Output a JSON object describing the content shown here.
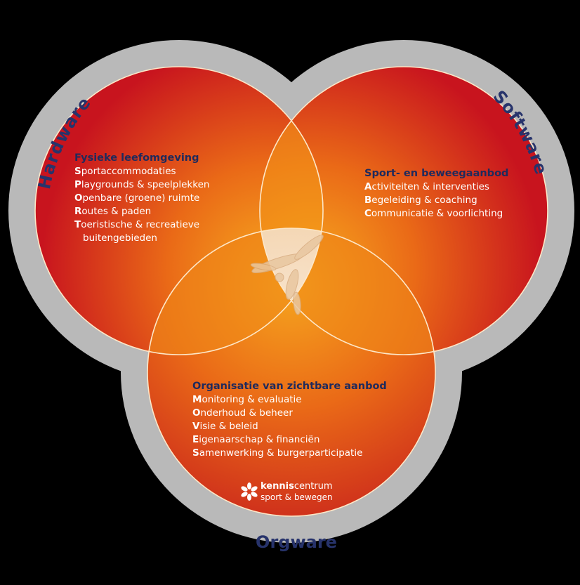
{
  "labels": {
    "hardware": "Hardware",
    "software": "Software",
    "orgware": "Orgware"
  },
  "hardware_block": {
    "title": "Fysieke leefomgeving",
    "items": [
      {
        "initial": "S",
        "rest": "portaccommodaties"
      },
      {
        "initial": "P",
        "rest": "laygrounds & speelplekken"
      },
      {
        "initial": "O",
        "rest": "penbare (groene) ruimte"
      },
      {
        "initial": "R",
        "rest": "outes & paden"
      },
      {
        "initial": "T",
        "rest": "oeristische & recreatieve"
      }
    ],
    "continuation": "buitengebieden"
  },
  "software_block": {
    "title": "Sport- en beweegaanbod",
    "items": [
      {
        "initial": "A",
        "rest": "ctiviteiten & interventies"
      },
      {
        "initial": "B",
        "rest": "egeleiding & coaching"
      },
      {
        "initial": "C",
        "rest": "ommunicatie & voorlichting"
      }
    ]
  },
  "orgware_block": {
    "title": "Organisatie van zichtbare aanbod",
    "items": [
      {
        "initial": "M",
        "rest": "onitoring & evaluatie"
      },
      {
        "initial": "O",
        "rest": "nderhoud & beheer"
      },
      {
        "initial": "V",
        "rest": "isie & beleid"
      },
      {
        "initial": "E",
        "rest": "igenaarschap & financiën"
      },
      {
        "initial": "S",
        "rest": "amenwerking & burgerparticipatie"
      }
    ]
  },
  "logo": {
    "brand_bold": "kennis",
    "brand_rest": "centrum",
    "subtitle": "sport & bewegen"
  },
  "colors": {
    "background": "#000000",
    "outer_ring": "#b9b9b9",
    "circle_edge": "#c8141e",
    "circle_center": "#f39a1e",
    "center_lens": "#f6e4cc",
    "title_text": "#1f2a5c",
    "ring_label": "#27336b"
  },
  "icons": [
    "dancer-silhouette-icon",
    "kenniscentrum-star-icon"
  ]
}
